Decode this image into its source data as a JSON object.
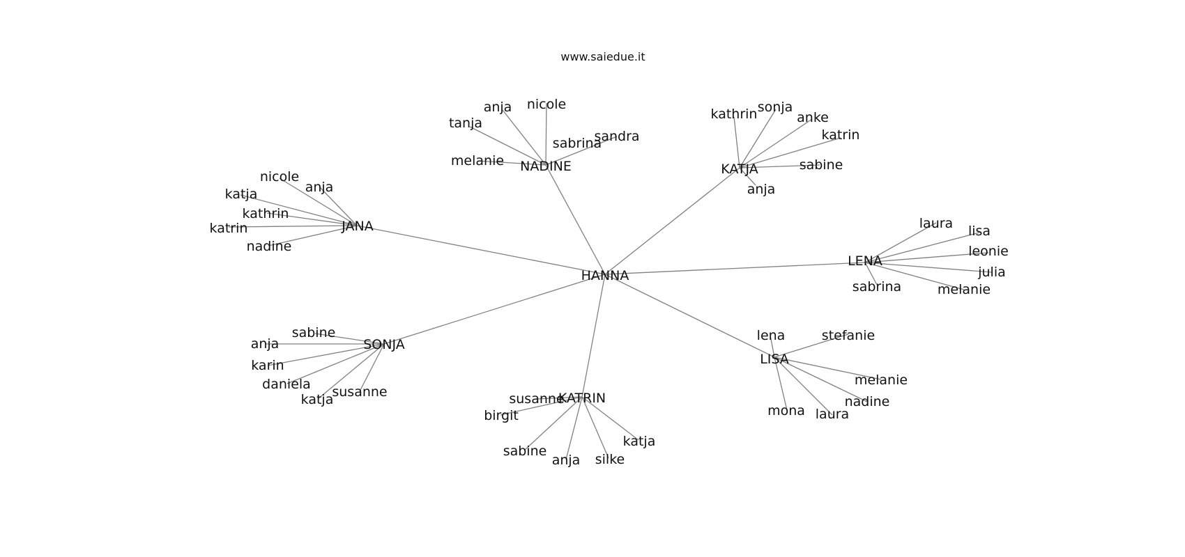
{
  "title": "www.saiedue.it",
  "colors": {
    "edge": "#808080",
    "text": "#111111",
    "background": "#ffffff"
  },
  "graph": {
    "root": "HANNA",
    "groups": [
      {
        "hub": "NADINE",
        "leaves": [
          "anja",
          "nicole",
          "tanja",
          "sabrina",
          "sandra",
          "melanie"
        ]
      },
      {
        "hub": "KATJA",
        "leaves": [
          "kathrin",
          "sonja",
          "anke",
          "katrin",
          "sabine",
          "anja"
        ]
      },
      {
        "hub": "JANA",
        "leaves": [
          "nicole",
          "anja",
          "katja",
          "kathrin",
          "katrin",
          "nadine"
        ]
      },
      {
        "hub": "LENA",
        "leaves": [
          "laura",
          "lisa",
          "leonie",
          "julia",
          "sabrina",
          "melanie"
        ]
      },
      {
        "hub": "SONJA",
        "leaves": [
          "sabine",
          "anja",
          "karin",
          "daniela",
          "katja",
          "susanne"
        ]
      },
      {
        "hub": "LISA",
        "leaves": [
          "lena",
          "stefanie",
          "melanie",
          "nadine",
          "mona",
          "laura"
        ]
      },
      {
        "hub": "KATRIN",
        "leaves": [
          "susanne",
          "birgit",
          "sabine",
          "anja",
          "silke",
          "katja"
        ]
      }
    ]
  }
}
